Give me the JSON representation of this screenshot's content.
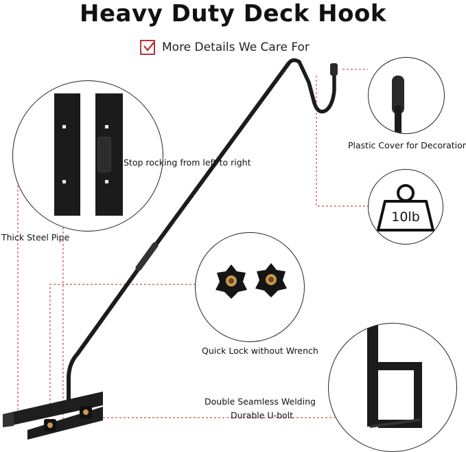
{
  "title": "Heavy Duty Deck Hook",
  "subtitle": "More Details We Care For",
  "labels": {
    "plastic_cover": "Plastic Cover for Decoration",
    "stop_rocking": "Stop rocking from left to right",
    "weight": "10lb",
    "thick_pipe": "Thick Steel Pipe",
    "quick_lock": "Quick Lock without Wrench",
    "welding_line1": "Double Seamless Welding",
    "welding_line2": "Durable U-bolt"
  },
  "colors": {
    "accent": "#b33333",
    "leader_line": "#c0504d",
    "metal": "#1a1a1a",
    "brass": "#c99a4e"
  },
  "icons": [
    "checkbox-checked-icon",
    "weight-icon"
  ]
}
